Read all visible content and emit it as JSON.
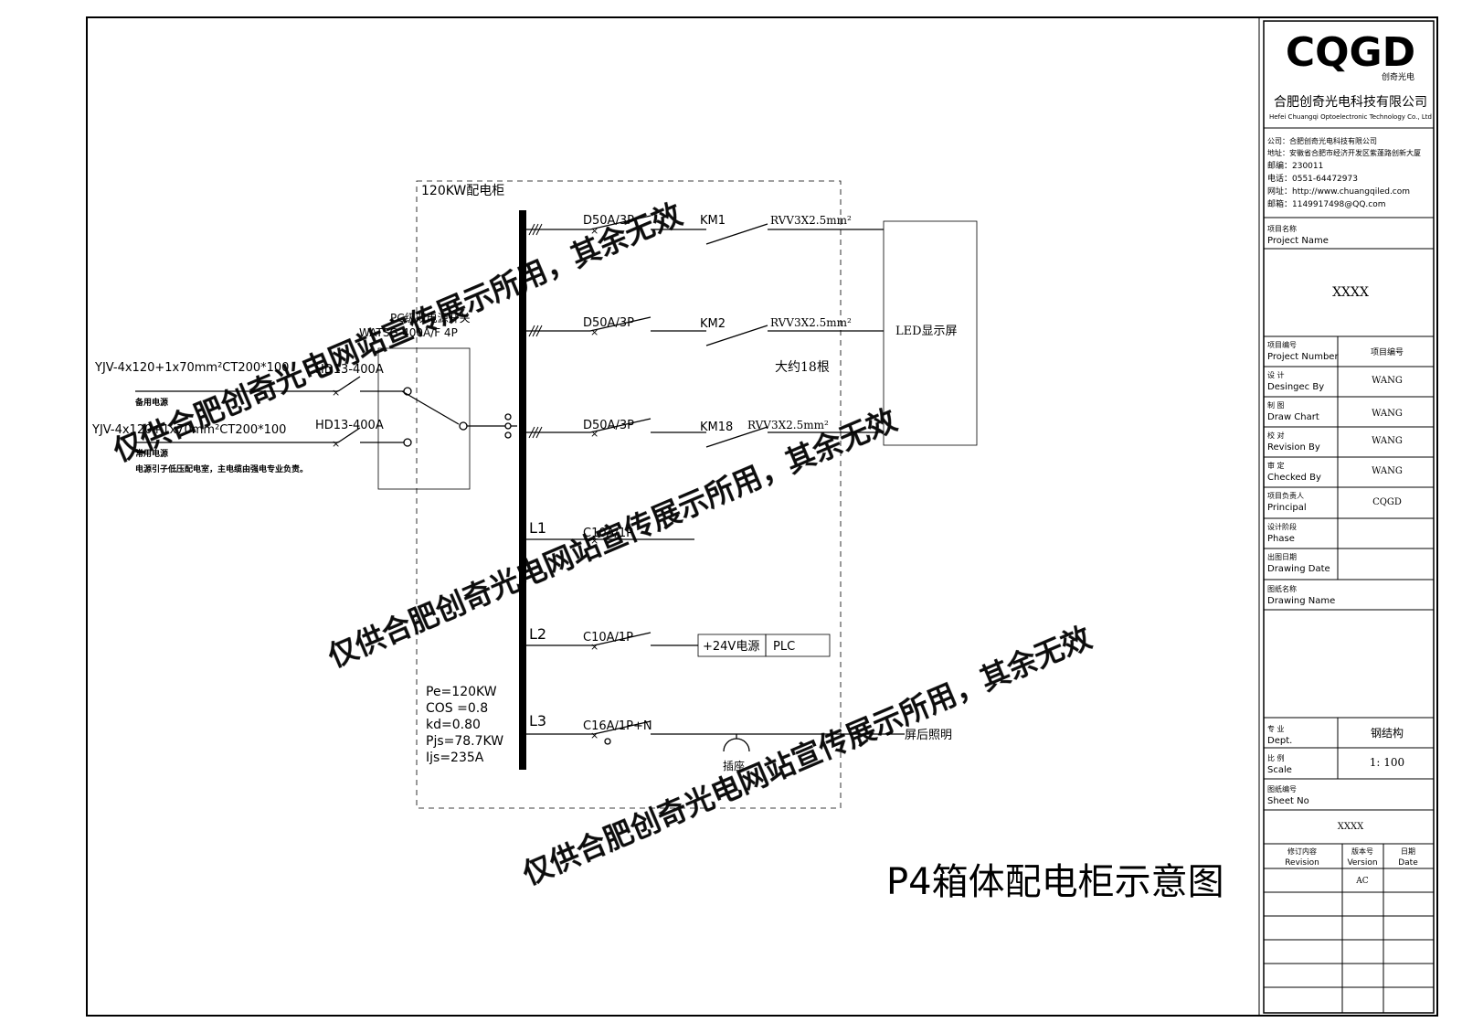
{
  "title": "P4箱体配电柜示意图",
  "cabinet_label": "120KW配电柜",
  "incoming": {
    "line1_cable": "YJV-4x120+1x70mm²CT200*100",
    "line1_note": "备用电源",
    "line1_switch": "HD13-400A",
    "line2_cable": "YJV-4x120+1x70mm²CT200*100",
    "line2_note": "常用电源",
    "line2_switch": "HD13-400A",
    "remark": "电源引子低压配电室，主电缆由强电专业负责。"
  },
  "ats": {
    "name": "PC级双电源开关",
    "model": "WATSG-400A/F 4P"
  },
  "feeders": [
    {
      "breaker": "D50A/3P",
      "contactor": "KM1",
      "cable": "RVV3X2.5mm²"
    },
    {
      "breaker": "D50A/3P",
      "contactor": "KM2",
      "cable": "RVV3X2.5mm²"
    },
    {
      "breaker": "D50A/3P",
      "contactor": "KM18",
      "cable": "RVV3X2.5mm²"
    }
  ],
  "about_count": "大约18根",
  "led_screen": "LED显示屏",
  "branches": [
    {
      "phase": "L1",
      "breaker": "C10A/1P"
    },
    {
      "phase": "L2",
      "breaker": "C10A/1P",
      "power": "+24V电源",
      "plc": "PLC"
    },
    {
      "phase": "L3",
      "breaker": "C16A/1P+N",
      "load": "屏后照明",
      "socket": "插座"
    }
  ],
  "calc": {
    "pe": "Pe=120KW",
    "cos": "COS =0.8",
    "kd": "kd=0.80",
    "pjs": "Pjs=78.7KW",
    "ijs": "Ijs=235A"
  },
  "watermark": "仅供合肥创奇光电网站宣传展示所用，其余无效",
  "title_block": {
    "logo": "CQGD",
    "logo_sub": "创奇光电",
    "company_cn": "合肥创奇光电科技有限公司",
    "company_en": "Hefei Chuangqi Optoelectronic Technology Co., Ltd",
    "contact": [
      "公司：合肥创奇光电科技有限公司",
      "地址：安徽省合肥市经济开发区紫蓬路创新大厦",
      "邮编：230011",
      "电话：0551-64472973",
      "网址：http://www.chuangqiled.com",
      "邮箱：1149917498@QQ.com"
    ],
    "project_name_cn": "项目名称",
    "project_name_en": "Project Name",
    "project_name_value": "XXXX",
    "rows": [
      {
        "cn": "项目编号",
        "en": "Project Number",
        "value": "项目编号"
      },
      {
        "cn": "设  计",
        "en": "Desingec By",
        "value": "WANG"
      },
      {
        "cn": "制  图",
        "en": "Draw Chart",
        "value": "WANG"
      },
      {
        "cn": "校  对",
        "en": "Revision By",
        "value": "WANG"
      },
      {
        "cn": "审  定",
        "en": "Checked By",
        "value": "WANG"
      },
      {
        "cn": "项目负责人",
        "en": "Principal",
        "value": "CQGD"
      },
      {
        "cn": "设计阶段",
        "en": "Phase",
        "value": ""
      },
      {
        "cn": "出图日期",
        "en": "Drawing Date",
        "value": ""
      }
    ],
    "drawing_name_cn": "图纸名称",
    "drawing_name_en": "Drawing Name",
    "dept_cn": "专  业",
    "dept_en": "Dept.",
    "dept_value": "钢结构",
    "scale_cn": "比  例",
    "scale_en": "Scale",
    "scale_value": "1: 100",
    "sheet_cn": "图纸编号",
    "sheet_en": "Sheet No",
    "sheet_value": "XXXX",
    "rev_cn": "修订内容",
    "rev_en": "Revision",
    "ver_cn": "版本号",
    "ver_en": "Version",
    "date_cn": "日期",
    "date_en": "Date",
    "ver_value": "AC"
  }
}
